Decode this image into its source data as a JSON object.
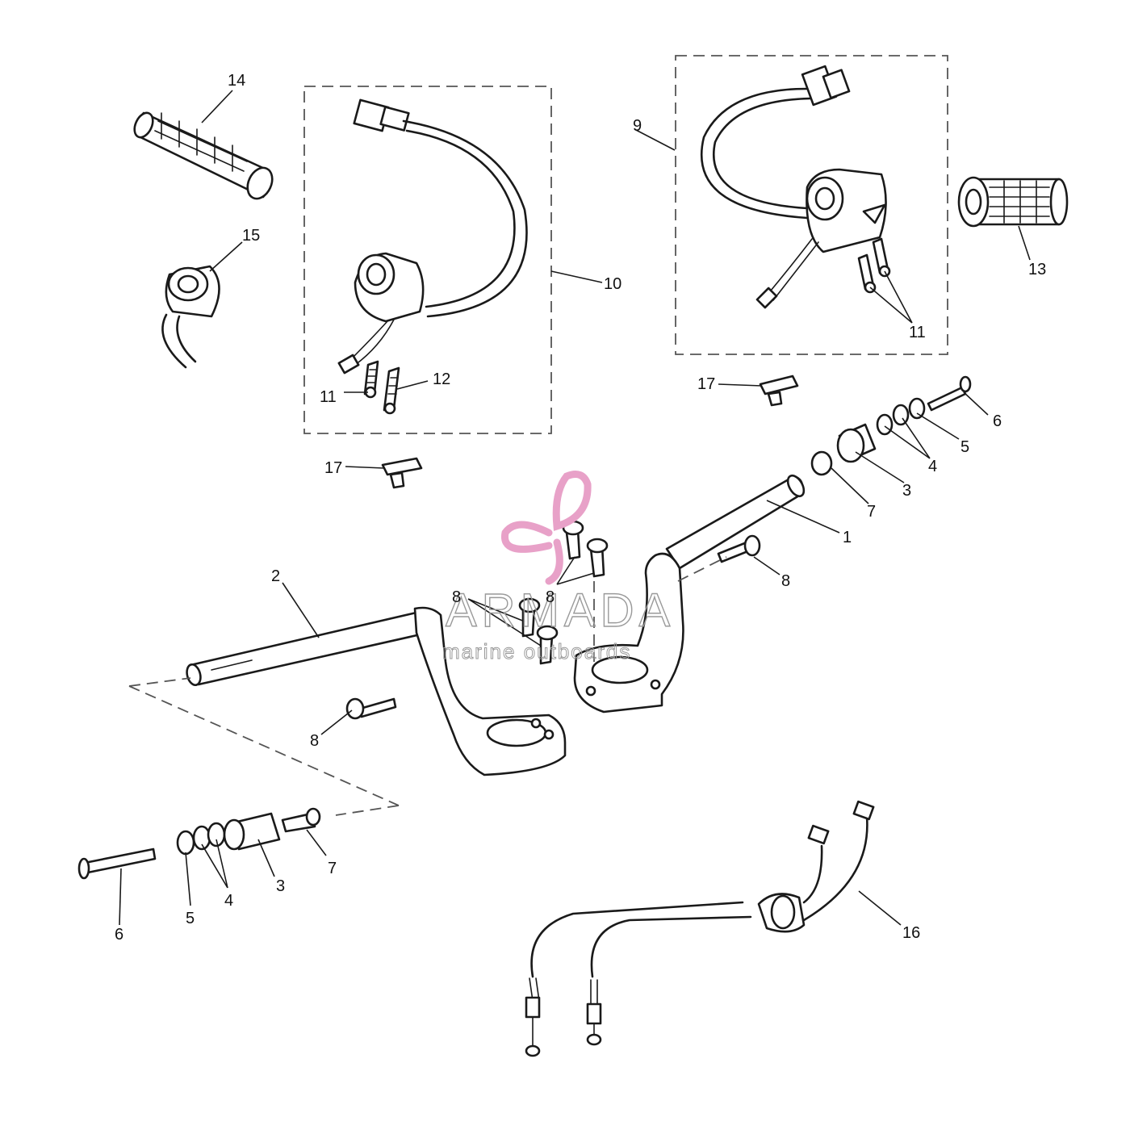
{
  "watermark": {
    "brand": "ARMADA",
    "tagline": "marine outboards",
    "brand_color": "#e8a1c8",
    "text_color": "#9a9a9a"
  },
  "callouts": {
    "c1": "1",
    "c2": "2",
    "c3": "3",
    "c4": "4",
    "c5": "5",
    "c6": "6",
    "c7": "7",
    "c8": "8",
    "c9": "9",
    "c10": "10",
    "c11": "11",
    "c12": "12",
    "c13": "13",
    "c14": "14",
    "c15": "15",
    "c16": "16",
    "c17": "17"
  },
  "colors": {
    "line": "#1a1a1a",
    "dashed_frame": "#555555",
    "background": "#ffffff"
  }
}
